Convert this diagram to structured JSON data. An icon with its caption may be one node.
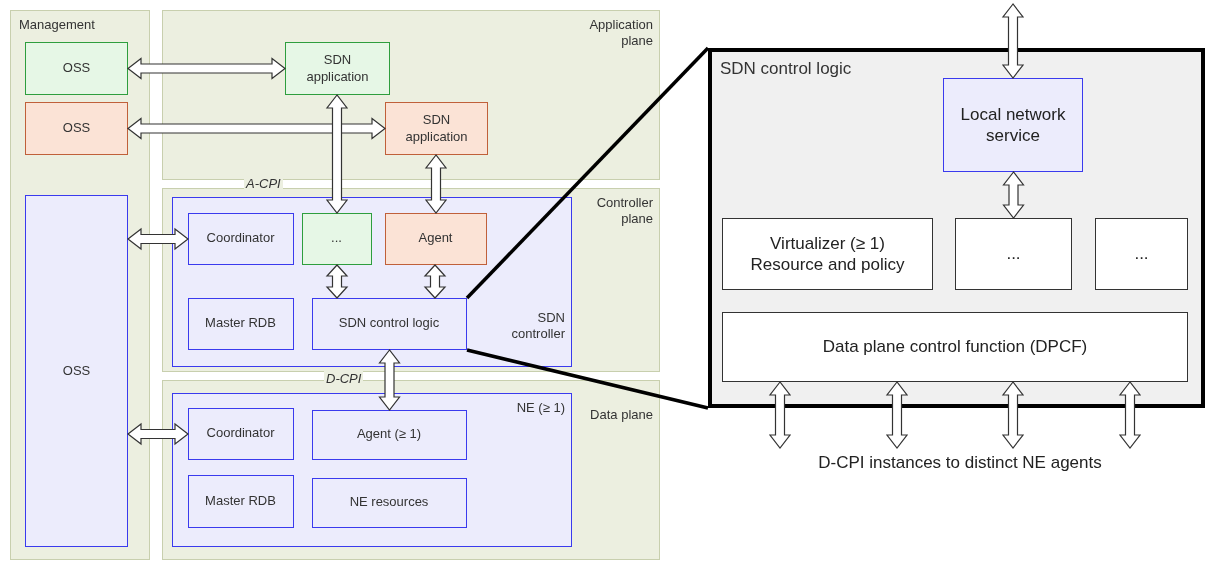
{
  "diagram": {
    "nodes": [
      {
        "text": [
          "Management"
        ]
      },
      {
        "text": [
          "OSS"
        ],
        "in": 0
      },
      {
        "text": [
          "OSS"
        ],
        "in": 0
      },
      {
        "text": [
          "OSS"
        ],
        "in": 0
      },
      {
        "text": [
          "Application plane"
        ]
      },
      {
        "text": [
          "SDN application"
        ],
        "in": 4
      },
      {
        "text": [
          "SDN application"
        ],
        "in": 4
      },
      {
        "text": [
          "Controller plane"
        ]
      },
      {
        "text": [
          "SDN controller"
        ],
        "in": 7
      },
      {
        "text": [
          "Coordinator"
        ],
        "in": 8
      },
      {
        "text": [
          "..."
        ],
        "in": 8
      },
      {
        "text": [
          "Agent"
        ],
        "in": 8
      },
      {
        "text": [
          "Master RDB"
        ],
        "in": 8
      },
      {
        "text": [
          "SDN control logic"
        ],
        "in": 8
      },
      {
        "text": [
          "Data plane"
        ]
      },
      {
        "text": [
          "NE (≥ 1)"
        ],
        "in": 14
      },
      {
        "text": [
          "Coordinator"
        ],
        "in": 15
      },
      {
        "text": [
          "Agent (≥ 1)"
        ],
        "in": 15
      },
      {
        "text": [
          "Master RDB"
        ],
        "in": 15
      },
      {
        "text": [
          "NE resources"
        ],
        "in": 15
      },
      {
        "text": [
          "SDN control logic"
        ]
      },
      {
        "text": [
          "Local network service"
        ],
        "in": 20
      },
      {
        "text": [
          "Virtualizer (≥ 1) Resource and policy"
        ],
        "in": 20
      },
      {
        "text": [
          "..."
        ],
        "in": 20
      },
      {
        "text": [
          "..."
        ],
        "in": 20
      },
      {
        "text": [
          "Data plane control function (DPCF)"
        ],
        "in": 20
      },
      {
        "text": [
          "D-CPI instances to distinct NE agents"
        ]
      }
    ],
    "edges": [
      {
        "from": 1,
        "to": 5,
        "arrow": "both"
      },
      {
        "from": 2,
        "to": 6,
        "arrow": "both"
      },
      {
        "from": 5,
        "to": 10,
        "arrow": "both",
        "label": "A-CPI"
      },
      {
        "from": 6,
        "to": 11,
        "arrow": "both"
      },
      {
        "from": 3,
        "to": 9,
        "arrow": "both"
      },
      {
        "from": 10,
        "to": 13,
        "arrow": "both"
      },
      {
        "from": 11,
        "to": 13,
        "arrow": "both"
      },
      {
        "from": 13,
        "to": 17,
        "arrow": "both",
        "label": "D-CPI"
      },
      {
        "from": 3,
        "to": 16,
        "arrow": "both"
      },
      {
        "from": null,
        "to": 21,
        "arrow": "both"
      },
      {
        "from": 21,
        "to": 23,
        "arrow": "both"
      },
      {
        "from": 25,
        "to": 26,
        "arrow": "both"
      },
      {
        "from": 25,
        "to": 26,
        "arrow": "both"
      },
      {
        "from": 25,
        "to": 26,
        "arrow": "both"
      },
      {
        "from": 25,
        "to": 26,
        "arrow": "both"
      },
      {
        "from": 13,
        "to": 20,
        "arrow": "none"
      },
      {
        "from": 13,
        "to": 20,
        "arrow": "none"
      }
    ]
  }
}
